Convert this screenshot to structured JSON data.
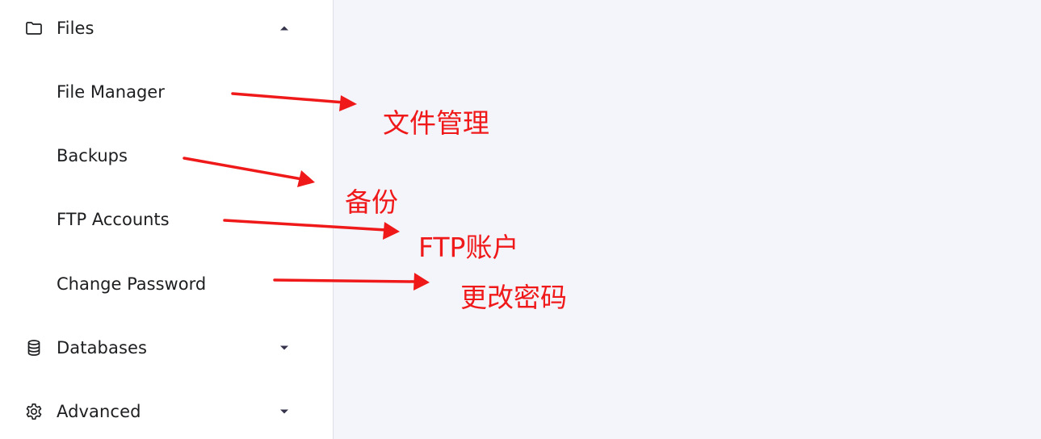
{
  "sidebar": {
    "files": {
      "label": "Files",
      "icon": "folder-icon",
      "expanded": true,
      "children": [
        {
          "label": "File Manager"
        },
        {
          "label": "Backups"
        },
        {
          "label": "FTP Accounts"
        },
        {
          "label": "Change Password"
        }
      ]
    },
    "databases": {
      "label": "Databases",
      "icon": "database-icon",
      "expanded": false
    },
    "advanced": {
      "label": "Advanced",
      "icon": "gear-icon",
      "expanded": false
    }
  },
  "annotations": {
    "color": "#f0191a",
    "items": [
      {
        "text": "文件管理",
        "target": "File Manager"
      },
      {
        "text": "备份",
        "target": "Backups"
      },
      {
        "text": "FTP账户",
        "target": "FTP Accounts"
      },
      {
        "text": "更改密码",
        "target": "Change Password"
      }
    ]
  }
}
